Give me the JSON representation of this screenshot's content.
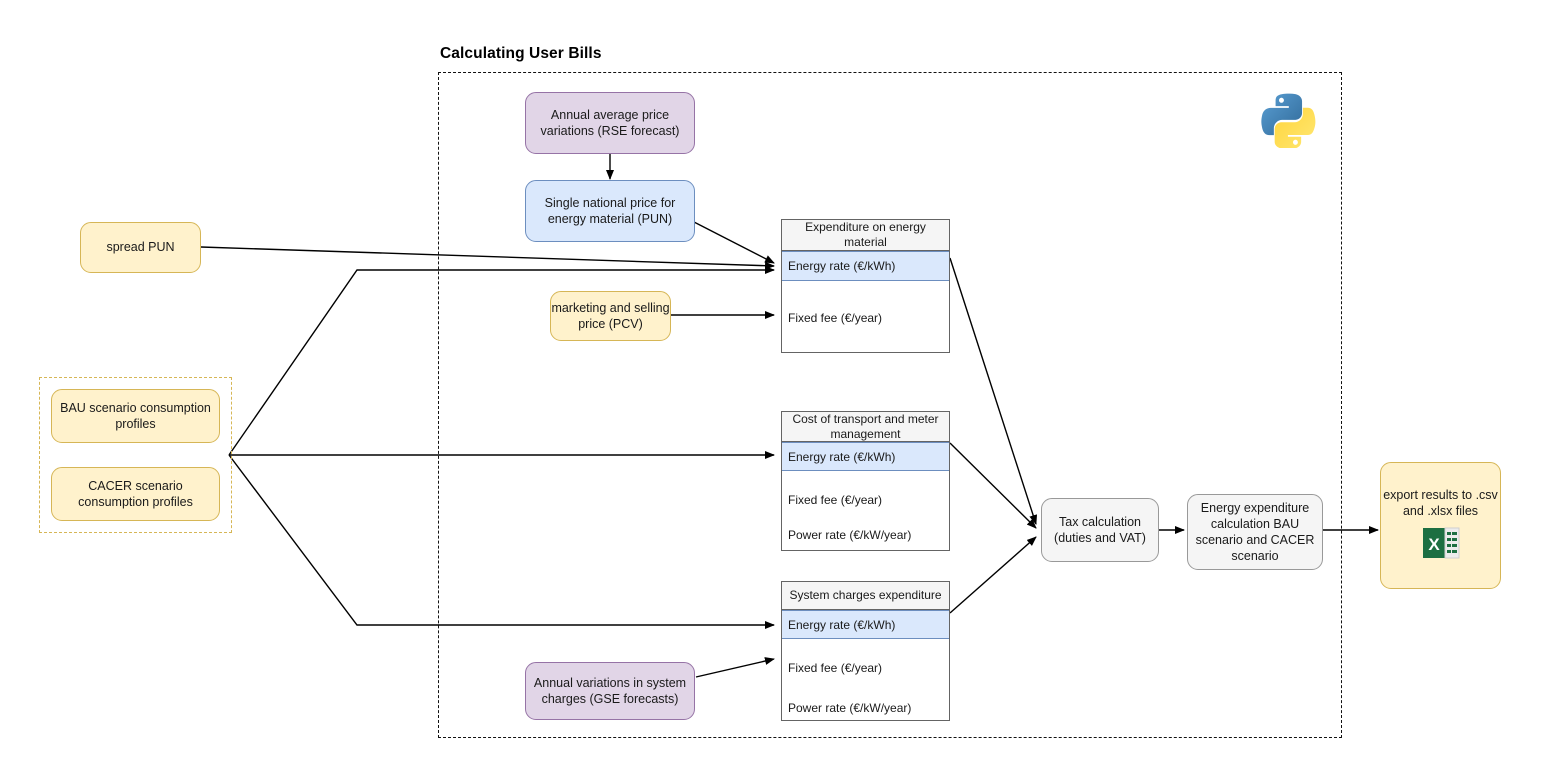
{
  "diagram": {
    "title": "Calculating User Bills",
    "language_icon": "python-logo-icon",
    "export_icon": "excel-file-icon"
  },
  "inputs": {
    "spread_pun": "spread PUN",
    "scenario_group": {
      "bau": "BAU scenario consumption profiles",
      "cacer": "CACER scenario consumption profiles"
    },
    "pcv": "marketing and selling price (PCV)",
    "rse": "Annual average price variations (RSE forecast)",
    "gse": "Annual variations in system charges (GSE forecasts)"
  },
  "nodes": {
    "pun": "Single national price for energy material (PUN)",
    "tax": "Tax calculation (duties and VAT)",
    "energy_expenditure": "Energy expenditure calculation BAU scenario and CACER scenario",
    "export": "export results to .csv and .xlsx files"
  },
  "tables": [
    {
      "id": "expenditure-on-energy-material",
      "header": "Expenditure on energy material",
      "highlighted_row": "Energy rate (€/kWh)",
      "rows": [
        "Fixed fee (€/year)"
      ]
    },
    {
      "id": "cost-of-transport-and-meter-management",
      "header": "Cost of transport and meter management",
      "highlighted_row": "Energy rate (€/kWh)",
      "rows": [
        "Fixed fee (€/year)",
        "Power rate (€/kW/year)"
      ]
    },
    {
      "id": "system-charges-expenditure",
      "header": "System charges expenditure",
      "highlighted_row": "Energy rate (€/kWh)",
      "rows": [
        "Fixed fee (€/year)",
        "Power rate (€/kW/year)"
      ]
    }
  ],
  "colors": {
    "yellow_fill": "#fff2cc",
    "yellow_border": "#d6b656",
    "purple_fill": "#e1d5e7",
    "purple_border": "#9673a6",
    "blue_fill": "#dae8fc",
    "blue_border": "#6c8ebf",
    "grey_fill": "#f5f5f5",
    "grey_border": "#999999",
    "edge": "#000000"
  }
}
